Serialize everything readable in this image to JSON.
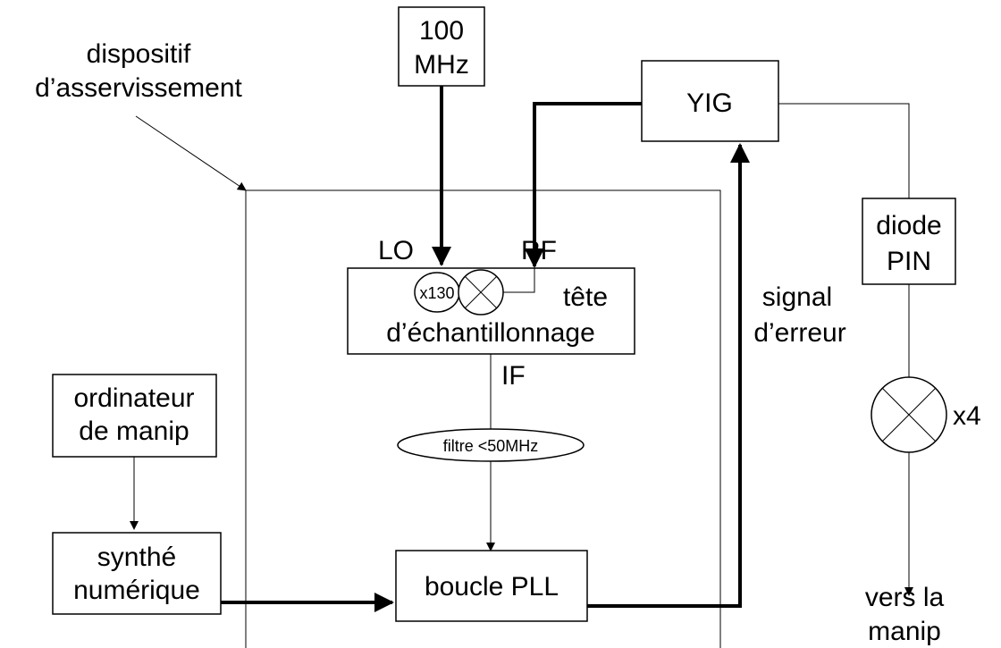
{
  "labels": {
    "dispositif_line1": "dispositif",
    "dispositif_line2": "d’asservissement",
    "lo": "LO",
    "rf": "RF",
    "if": "IF",
    "signal_line1": "signal",
    "signal_line2": "d’erreur",
    "x4": "x4"
  },
  "blocks": {
    "source_line1": "100",
    "source_line2": "MHz",
    "yig": "YIG",
    "multiplier": "x130",
    "head_line1": "tête",
    "head_line2": "d’échantillonnage",
    "filter": "filtre <50MHz",
    "pll": "boucle PLL",
    "computer_line1": "ordinateur",
    "computer_line2": "de manip",
    "synth_line1": "synthé",
    "synth_line2": "numérique",
    "diode_line1": "diode",
    "diode_line2": "PIN",
    "output_line1": "vers la",
    "output_line2": "manip"
  }
}
